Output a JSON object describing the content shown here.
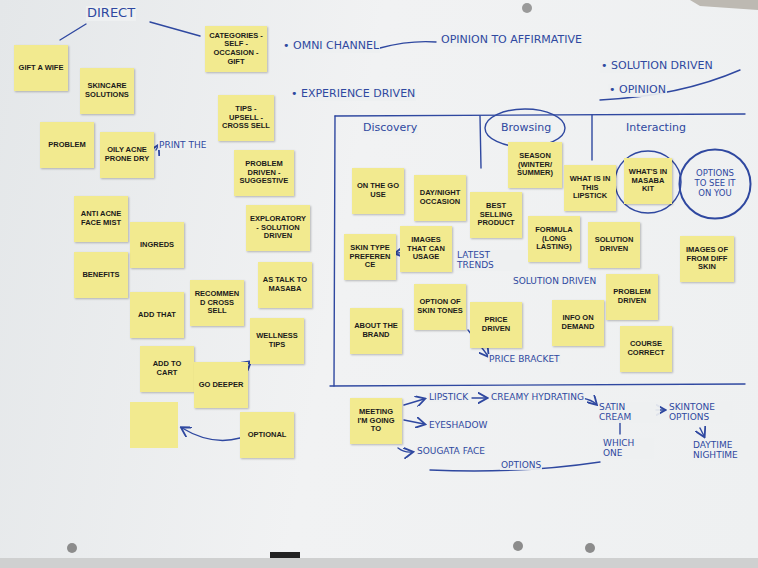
{
  "diagram": {
    "nodes": [
      {
        "text": [
          "GIFT A WIFE"
        ]
      },
      {
        "text": [
          "SKINCARE SOLUTIONS"
        ]
      },
      {
        "text": [
          "PROBLEM"
        ]
      },
      {
        "text": [
          "OILY ACNE PRONE DRY"
        ]
      },
      {
        "text": [
          "CATEGORIES - SELF - OCCASION - GIFT"
        ]
      },
      {
        "text": [
          "TIPS - UPSELL - CROSS SELL"
        ]
      },
      {
        "text": [
          "PROBLEM DRIVEN - SUGGESTIVE"
        ]
      },
      {
        "text": [
          "EXPLORATORY - SOLUTION DRIVEN"
        ]
      },
      {
        "text": [
          "AS TALK TO MASABA"
        ]
      },
      {
        "text": [
          "ANTI ACNE FACE MIST"
        ]
      },
      {
        "text": [
          "INGREDS"
        ]
      },
      {
        "text": [
          "BENEFITS"
        ]
      },
      {
        "text": [
          "ADD THAT"
        ]
      },
      {
        "text": [
          "RECOMMEND CROSS SELL"
        ]
      },
      {
        "text": [
          "WELLNESS TIPS"
        ]
      },
      {
        "text": [
          "ADD TO CART"
        ]
      },
      {
        "text": [
          "GO DEEPER"
        ]
      },
      {
        "text": [
          "OPTIONAL"
        ]
      },
      {
        "text": [
          "ON THE GO USE"
        ]
      },
      {
        "text": [
          "DAY/NIGHT OCCASION"
        ]
      },
      {
        "text": [
          "BEST SELLING PRODUCT"
        ]
      },
      {
        "text": [
          "SEASON (WINTER/ SUMMER)"
        ]
      },
      {
        "text": [
          "WHAT IS IN THIS LIPSTICK"
        ]
      },
      {
        "text": [
          "WHAT'S IN MASABA KIT"
        ]
      },
      {
        "text": [
          "OPTIONS TO SEE IT ON YOU"
        ]
      },
      {
        "text": [
          "SKIN TYPE PREFERENCE"
        ]
      },
      {
        "text": [
          "IMAGES THAT CAN USAGE"
        ]
      },
      {
        "text": [
          "FORMULA (LONG LASTING)"
        ]
      },
      {
        "text": [
          "SOLUTION DRIVEN"
        ]
      },
      {
        "text": [
          "IMAGES OF FROM DIFF SKIN"
        ]
      },
      {
        "text": [
          "OPTION OF SKIN TONES"
        ]
      },
      {
        "text": [
          "PROBLEM DRIVEN"
        ]
      },
      {
        "text": [
          "ABOUT THE BRAND"
        ]
      },
      {
        "text": [
          "PRICE DRIVEN"
        ]
      },
      {
        "text": [
          "INFO ON DEMAND"
        ]
      },
      {
        "text": [
          "COURSE CORRECT"
        ]
      },
      {
        "text": [
          "MEETING I'M GOING TO"
        ]
      }
    ],
    "edges": [
      {
        "from": 16,
        "to": 14,
        "arrow": "to"
      },
      {
        "from": 26,
        "to": 25,
        "arrow": "to"
      }
    ],
    "labels": [
      "DIRECT",
      "PRINT THE",
      "• OMNI CHANNEL",
      "OPINION TO AFFIRMATIVE",
      "• EXPERIENCE DRIVEN",
      "• SOLUTION DRIVEN",
      "• OPINION",
      "Discovery",
      "Browsing",
      "Interacting",
      "LATEST TRENDS",
      "SOLUTION DRIVEN",
      "PRICE BRACKET",
      "LIPSTICK",
      "CREAMY HYDRATING",
      "SATIN CREAM",
      "SKINTONE OPTIONS",
      "EYESHADOW",
      "SOUGATA FACE",
      "OPTIONS",
      "WHICH ONE",
      "DAYTIME NIGHTIME"
    ]
  }
}
